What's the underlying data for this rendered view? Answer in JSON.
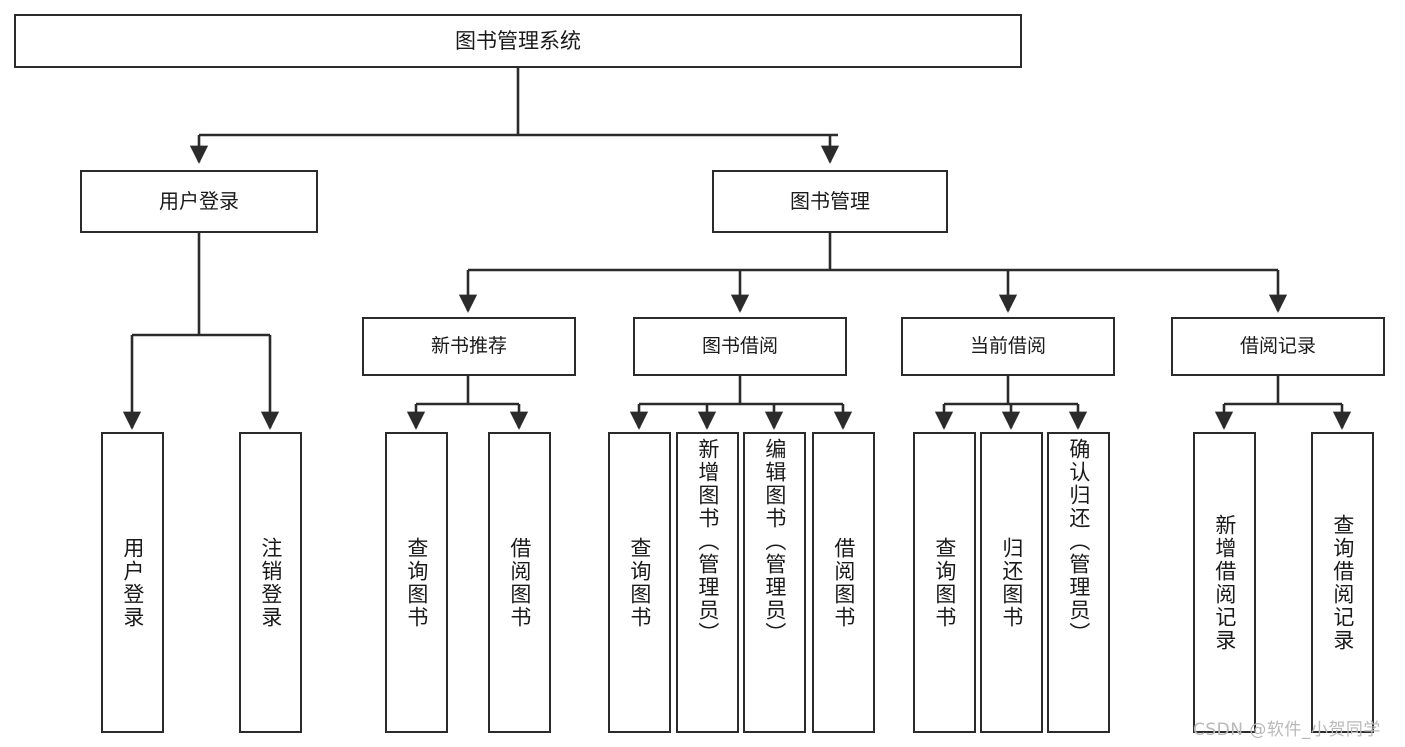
{
  "diagram": {
    "title": "图书管理系统",
    "type": "tree-hierarchy-chart",
    "root": {
      "label": "图书管理系统"
    },
    "level2": [
      {
        "id": "user-login",
        "label": "用户登录"
      },
      {
        "id": "book-management",
        "label": "图书管理"
      }
    ],
    "level3": [
      {
        "id": "new-book-recommend",
        "label": "新书推荐"
      },
      {
        "id": "book-borrow",
        "label": "图书借阅"
      },
      {
        "id": "current-borrow",
        "label": "当前借阅"
      },
      {
        "id": "borrow-record",
        "label": "借阅记录"
      }
    ],
    "leaves": [
      {
        "id": "leaf-user-login",
        "label": "用户登录",
        "parent": "用户登录"
      },
      {
        "id": "leaf-user-logout",
        "label": "注销登录",
        "parent": "用户登录"
      },
      {
        "id": "leaf-query-books-1",
        "label": "查询图书",
        "parent": "新书推荐"
      },
      {
        "id": "leaf-borrow-books-1",
        "label": "借阅图书",
        "parent": "新书推荐"
      },
      {
        "id": "leaf-query-books-2",
        "label": "查询图书",
        "parent": "图书借阅"
      },
      {
        "id": "leaf-add-book",
        "label": "新增图书（管理员）",
        "parent": "图书借阅"
      },
      {
        "id": "leaf-edit-book",
        "label": "编辑图书（管理员）",
        "parent": "图书借阅"
      },
      {
        "id": "leaf-borrow-books-2",
        "label": "借阅图书",
        "parent": "图书借阅"
      },
      {
        "id": "leaf-query-books-3",
        "label": "查询图书",
        "parent": "当前借阅"
      },
      {
        "id": "leaf-return-books",
        "label": "归还图书",
        "parent": "当前借阅"
      },
      {
        "id": "leaf-confirm-return",
        "label": "确认归还（管理员）",
        "parent": "当前借阅"
      },
      {
        "id": "leaf-add-record",
        "label": "新增借阅记录",
        "parent": "借阅记录"
      },
      {
        "id": "leaf-query-record",
        "label": "查询借阅记录",
        "parent": "借阅记录"
      }
    ],
    "colors": {
      "stroke": "#2b2b2b",
      "fill": "#ffffff",
      "text": "#1a1a1a",
      "watermark": "#b9b9b9"
    }
  },
  "watermark": {
    "text": "CSDN @软件_小贺同学"
  }
}
